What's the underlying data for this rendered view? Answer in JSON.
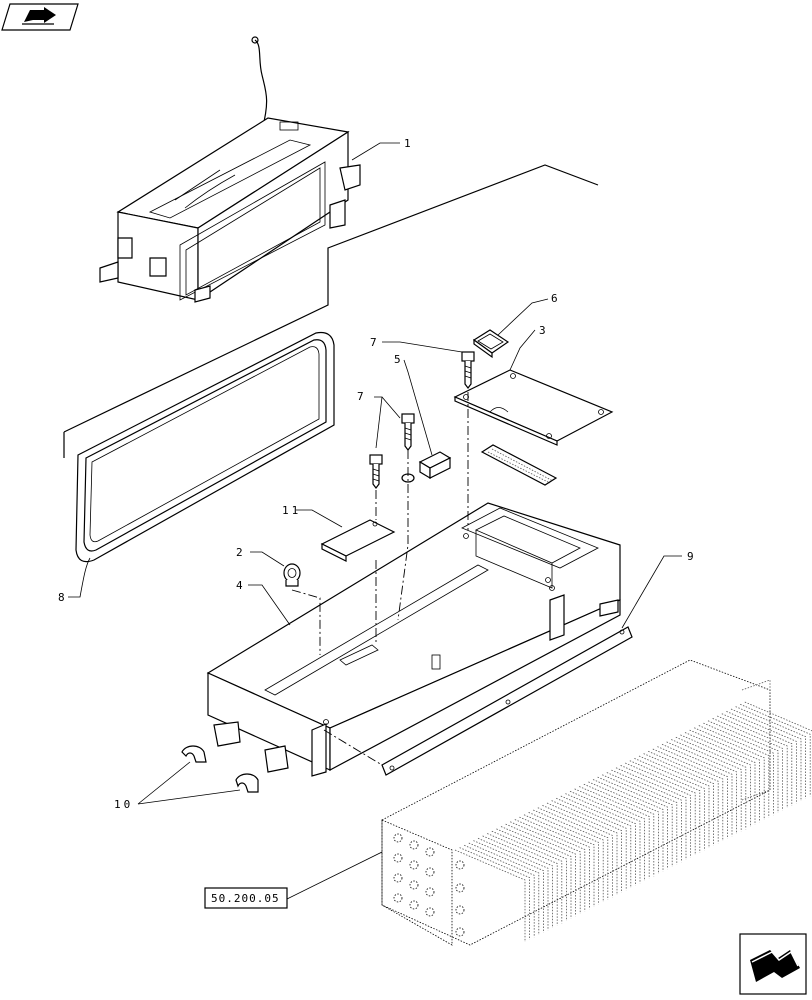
{
  "callouts": {
    "c1": "1",
    "c2": "2",
    "c3": "3",
    "c4": "4",
    "c5": "5",
    "c6": "6",
    "c7a": "7",
    "c7b": "7",
    "c8": "8",
    "c9": "9",
    "c10": "10",
    "c11": "11"
  },
  "reference": {
    "label": "50.200.05"
  },
  "icons": {
    "top_left": "book-arrow-icon",
    "bottom_right": "next-page-arrow-icon"
  }
}
